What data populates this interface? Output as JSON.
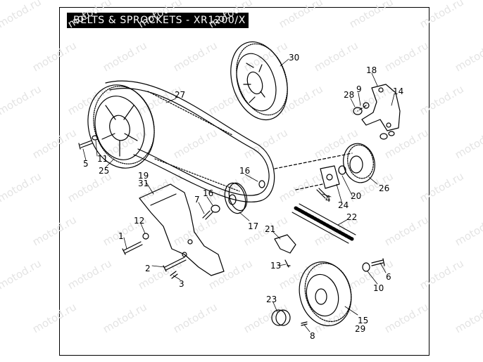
{
  "title": "BELTS & SPROCKETS - XR1200/X",
  "watermark": "motod.ru",
  "colors": {
    "line": "#000000",
    "background": "#ffffff",
    "watermark": "#e4e4e4",
    "title_bg": "#000000",
    "title_fg": "#ffffff"
  },
  "callouts": [
    {
      "id": "c30",
      "text": "30"
    },
    {
      "id": "c27",
      "text": "27"
    },
    {
      "id": "c18",
      "text": "18"
    },
    {
      "id": "c9",
      "text": "9"
    },
    {
      "id": "c28",
      "text": "28"
    },
    {
      "id": "c14",
      "text": "14"
    },
    {
      "id": "c11",
      "text": "11"
    },
    {
      "id": "c5",
      "text": "5"
    },
    {
      "id": "c25",
      "text": "25"
    },
    {
      "id": "c19",
      "text": "19"
    },
    {
      "id": "c31",
      "text": "31"
    },
    {
      "id": "c16a",
      "text": "16"
    },
    {
      "id": "c16b",
      "text": "16"
    },
    {
      "id": "c7",
      "text": "7"
    },
    {
      "id": "c26",
      "text": "26"
    },
    {
      "id": "c20",
      "text": "20"
    },
    {
      "id": "c4",
      "text": "4"
    },
    {
      "id": "c24",
      "text": "24"
    },
    {
      "id": "c22",
      "text": "22"
    },
    {
      "id": "c17",
      "text": "17"
    },
    {
      "id": "c12",
      "text": "12"
    },
    {
      "id": "c1",
      "text": "1"
    },
    {
      "id": "c21",
      "text": "21"
    },
    {
      "id": "c2",
      "text": "2"
    },
    {
      "id": "c3",
      "text": "3"
    },
    {
      "id": "c13",
      "text": "13"
    },
    {
      "id": "c6",
      "text": "6"
    },
    {
      "id": "c10",
      "text": "10"
    },
    {
      "id": "c23",
      "text": "23"
    },
    {
      "id": "c15",
      "text": "15"
    },
    {
      "id": "c29",
      "text": "29"
    },
    {
      "id": "c8",
      "text": "8"
    }
  ]
}
